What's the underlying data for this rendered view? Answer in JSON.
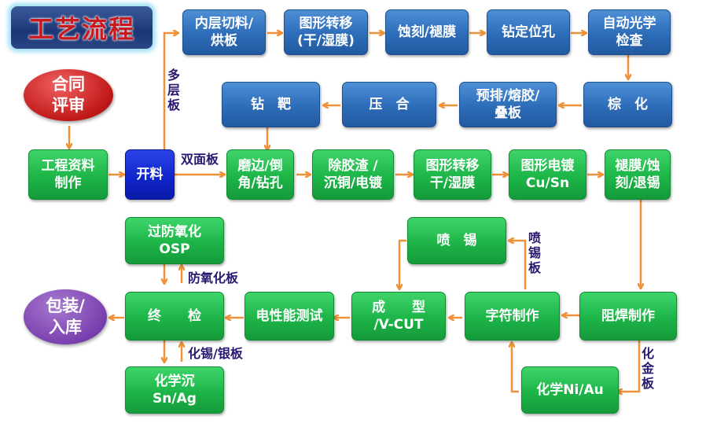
{
  "title": "工艺流程",
  "nodes": {
    "contract_review": "合同\n评审",
    "inner_cut": "内层切料/\n烘板",
    "pattern_transfer_inner": "图形转移\n(干/湿膜)",
    "etch_strip": "蚀刻/褪膜",
    "drill_positioning": "钻定位孔",
    "aoi": "自动光学\n检查",
    "brown_oxide": "棕　化",
    "prelay": "预排/熔胶/\n叠板",
    "lamination": "压　合",
    "target_drill": "钻　靶",
    "engineering": "工程资料\n制作",
    "cutting": "开料",
    "edge_drill": "磨边/倒\n角/钻孔",
    "desmear": "除胶渣 /\n沉铜/电镀",
    "pattern_transfer_outer": "图形转移\n干/湿膜",
    "pattern_plating": "图形电镀\nCu/Sn",
    "strip_etch": "褪膜/蚀\n刻/退锡",
    "osp": "过防氧化\nOSP",
    "hasl": "喷　锡",
    "final_inspection": "终　　检",
    "electrical_test": "电性能测试",
    "routing": "成　　型\n/V-CUT",
    "silkscreen": "字符制作",
    "solder_mask": "阻焊制作",
    "packaging": "包装/\n入库",
    "immersion_sn_ag": "化学沉\nSn/Ag",
    "enig": "化学Ni/Au"
  },
  "labels": {
    "multilayer": "多\n层\n板",
    "double_sided": "双面板",
    "anti_oxidation": "防氧化板",
    "tin_silver": "化锡/银板",
    "hasl_board": "喷\n锡\n板",
    "gold_board": "化\n金\n板"
  },
  "colors": {
    "arrow": "#f0913a",
    "blue_node": "#2d6cb8",
    "green_node": "#1db548",
    "dark_blue_node": "#0f24c8",
    "label_text": "#2a1870",
    "title_text": "#c8191f"
  }
}
